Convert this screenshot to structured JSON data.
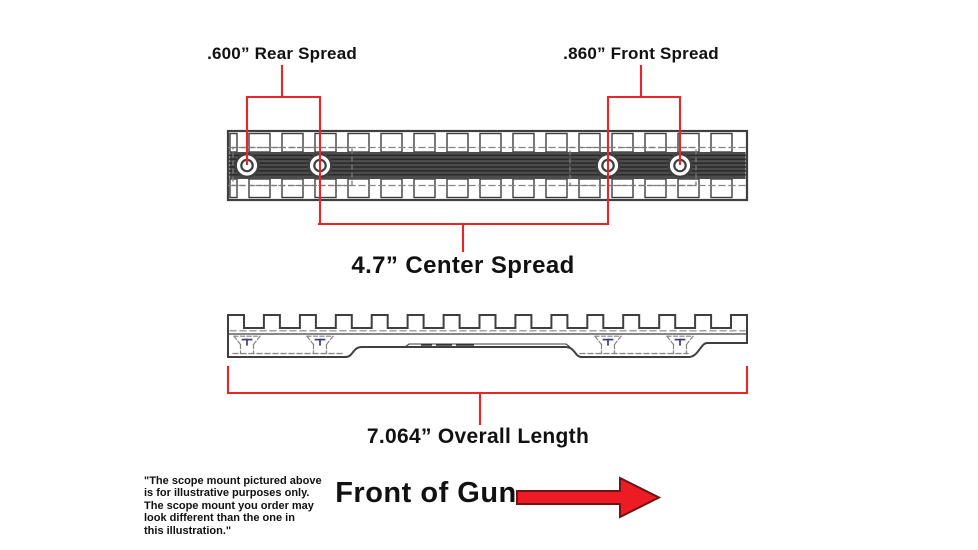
{
  "labels": {
    "rear_spread": ".600” Rear Spread",
    "front_spread": ".860” Front Spread",
    "center_spread": "4.7” Center Spread",
    "overall_length": "7.064” Overall Length",
    "front_of_gun": "Front of Gun"
  },
  "disclaimer_lines": [
    "\"The scope mount pictured above",
    "is for illustrative purposes only.",
    "The scope mount you order may",
    "look different than the one in",
    "this illustration.\""
  ],
  "icons": {
    "front_of_gun_arrow": "arrow-right-icon"
  },
  "colors": {
    "background": "#ffffff",
    "dimension_red": "#e8262a",
    "arrow_fill": "#ed1c24",
    "arrow_outline": "#6f1315",
    "drawing_dark": "#3f3f3f",
    "hidden_gray": "#858585",
    "channel_fill": "#4c4c4c",
    "screw_mark_blue": "#3f3f78",
    "text": "#111111"
  }
}
